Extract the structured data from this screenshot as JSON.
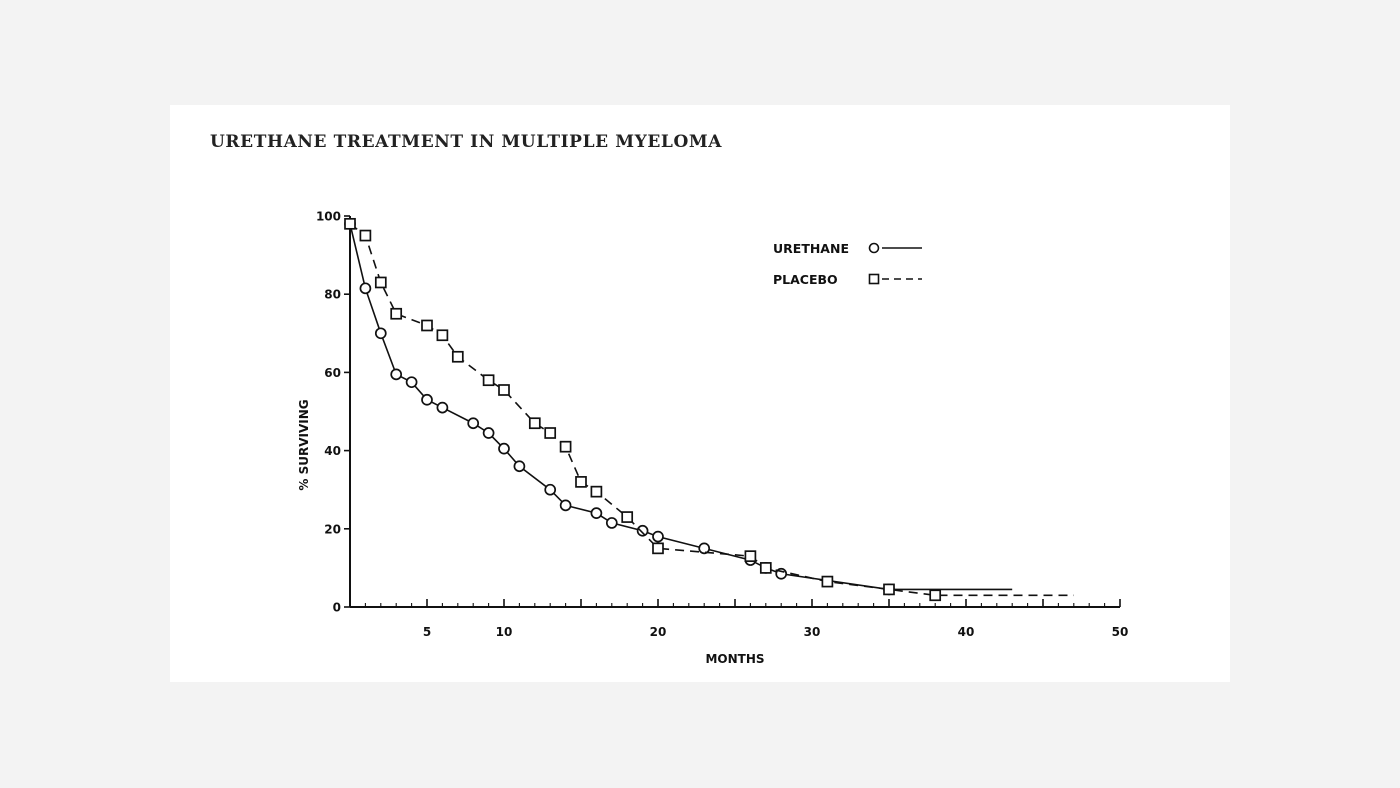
{
  "page": {
    "title": "URETHANE TREATMENT IN MULTIPLE MYELOMA"
  },
  "colors": {
    "background": "#f3f3f3",
    "card": "#ffffff",
    "ink": "#111111"
  },
  "chart_data": {
    "type": "line",
    "title": "URETHANE TREATMENT IN MULTIPLE MYELOMA",
    "xlabel": "MONTHS",
    "ylabel": "% SURVIVING",
    "xlim": [
      0,
      50
    ],
    "ylim": [
      0,
      100
    ],
    "xticks": [
      5,
      10,
      20,
      30,
      40,
      50
    ],
    "yticks": [
      0,
      20,
      40,
      60,
      80,
      100
    ],
    "grid": false,
    "legend_position": "top-right",
    "series": [
      {
        "name": "URETHANE",
        "marker": "circle",
        "line": "solid",
        "x": [
          0,
          1,
          2,
          3,
          4,
          5,
          6,
          8,
          9,
          10,
          11,
          13,
          14,
          16,
          17,
          19,
          20,
          23,
          26,
          27,
          28,
          35,
          43
        ],
        "y": [
          98,
          81.5,
          70,
          59.5,
          57.5,
          53,
          51,
          47,
          44.5,
          40.5,
          36,
          30,
          26,
          24,
          21.5,
          19.5,
          18,
          15,
          12,
          10,
          8.5,
          4.5,
          4.5
        ]
      },
      {
        "name": "PLACEBO",
        "marker": "square",
        "line": "dashed",
        "x": [
          0,
          1,
          2,
          3,
          5,
          6,
          7,
          9,
          10,
          12,
          13,
          14,
          15,
          16,
          18,
          20,
          26,
          27,
          31,
          35,
          38,
          47
        ],
        "y": [
          98,
          95,
          83,
          75,
          72,
          69.5,
          64,
          58,
          55.5,
          47,
          44.5,
          41,
          32,
          29.5,
          23,
          15,
          13,
          10,
          6.5,
          4.5,
          3,
          3
        ]
      }
    ]
  }
}
